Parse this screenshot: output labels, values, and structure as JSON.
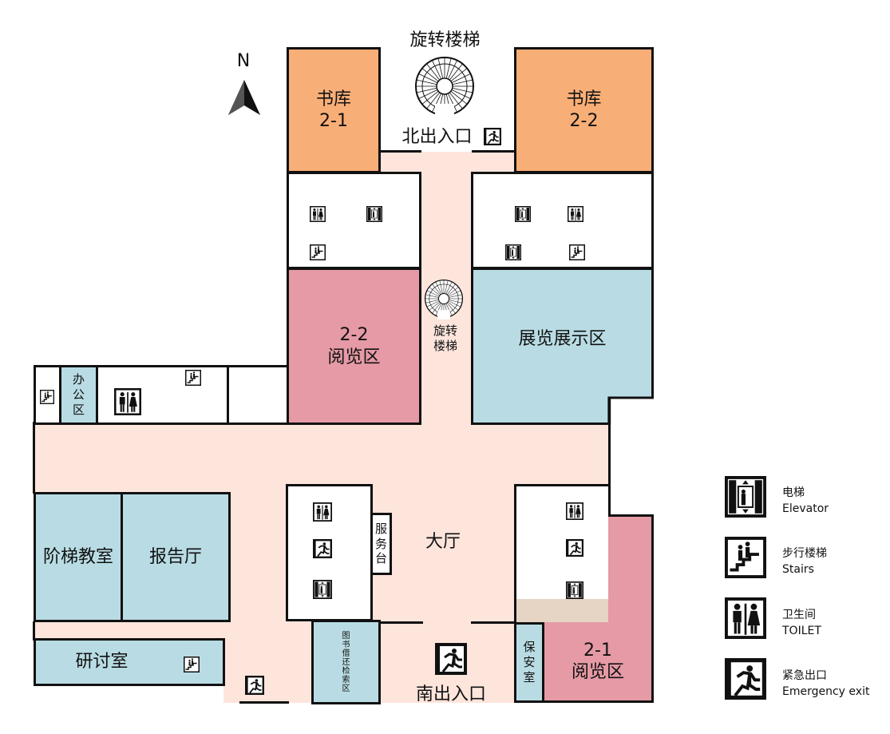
{
  "north": "N",
  "rooms": {
    "stack_2_1": "书库\n2-1",
    "stack_2_2": "书库\n2-2",
    "spiral_top": "旋转楼梯",
    "north_entrance": "北出入口",
    "reading_2_2": "2-2\n阅览区",
    "spiral_mid": "旋转\n楼梯",
    "exhibition": "展览展示区",
    "office": "办\n公\n区",
    "lecture_hall": "阶梯教室",
    "auditorium": "报告厅",
    "seminar": "研讨室",
    "service_desk": "服\n务\n台",
    "lobby": "大厅",
    "circulation": "图\n书\n借\n还\n检\n索\n区",
    "south_entrance": "南出入口",
    "security": "保\n安\n室",
    "reading_2_1": "2-1\n阅览区"
  },
  "legend": [
    {
      "icon": "elevator",
      "zh": "电梯",
      "en": "Elevator"
    },
    {
      "icon": "stairs",
      "zh": "步行楼梯",
      "en": "Stairs"
    },
    {
      "icon": "toilet",
      "zh": "卫生间",
      "en": "TOILET"
    },
    {
      "icon": "exit",
      "zh": "紧急出口",
      "en": "Emergency exit"
    }
  ],
  "colors": {
    "corridor": "#fde5dc",
    "stack": "#f8ae77",
    "reading": "#e59aa5",
    "blue": "#b9dce4"
  }
}
